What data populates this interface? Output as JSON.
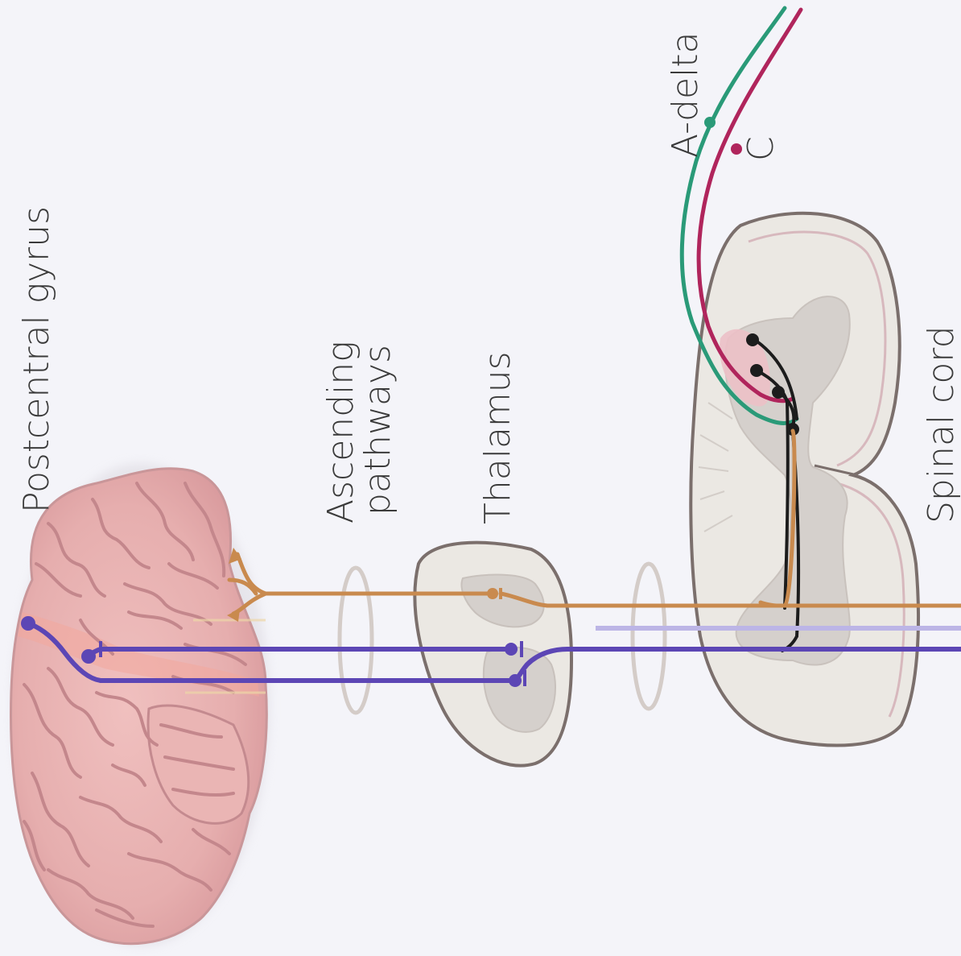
{
  "labels": {
    "postcentral_gyrus": "Postcentral gyrus",
    "ascending_line1": "Ascending",
    "ascending_line2": "pathways",
    "thalamus": "Thalamus",
    "a_delta": "A-delta",
    "c_fiber": "C",
    "spinal_cord": "Spinal cord"
  },
  "colors": {
    "background": "#f4f4f9",
    "brain": "#e9b4b4",
    "brain_sulci": "#c9898d",
    "gray_outline": "#7b6f6c",
    "tissue_fill": "#ebe8e3",
    "gray_matter": "#d5d0cc",
    "orange_pathway": "#c98a4e",
    "purple_pathway": "#5c46b5",
    "light_purple_pathway": "#bcb5e6",
    "a_delta_fiber": "#2a9a78",
    "c_fiber": "#b0255c",
    "synapse_black": "#1c1c1c"
  }
}
